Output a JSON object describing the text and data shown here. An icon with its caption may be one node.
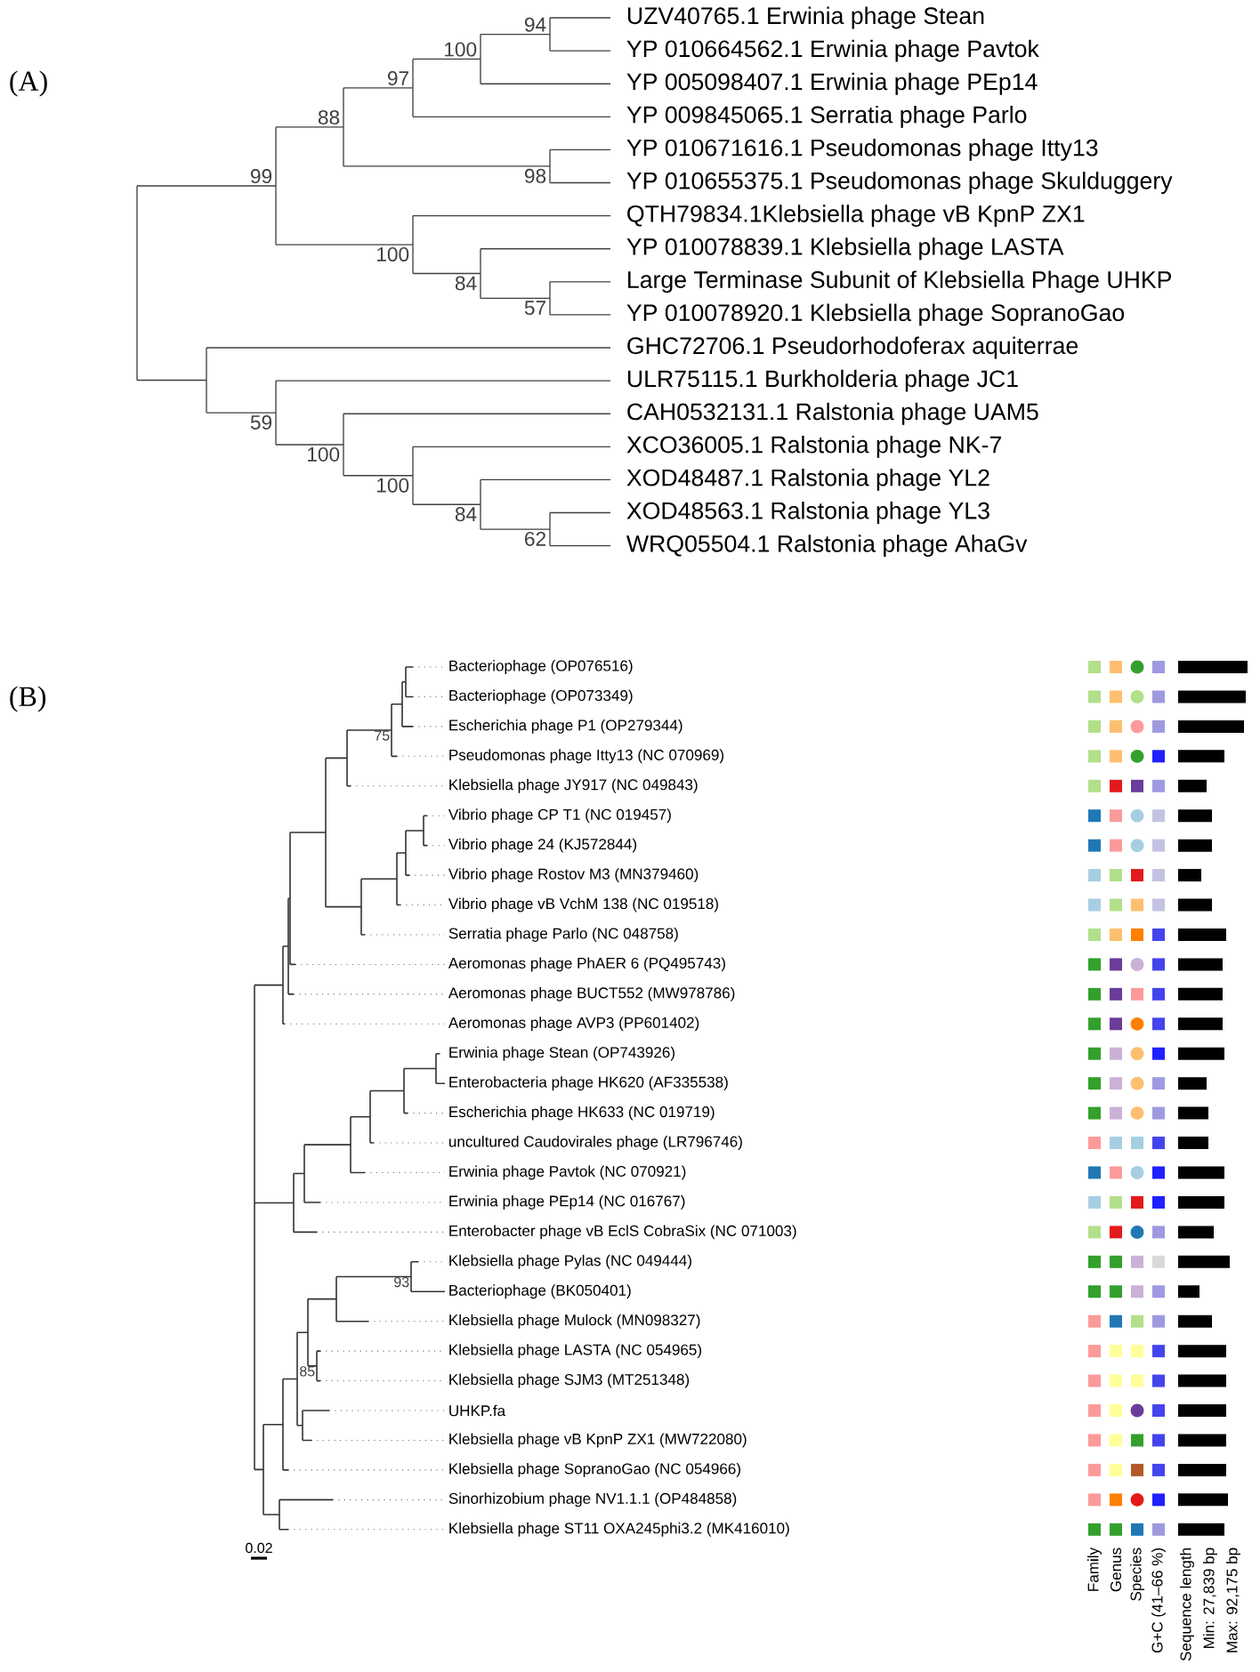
{
  "diagram": {
    "labels": [
      "(A)",
      "UZV40765.1 Erwinia phage Stean",
      "YP 010664562.1 Erwinia phage Pavtok",
      "YP 005098407.1 Erwinia phage PEp14",
      "YP 009845065.1 Serratia phage Parlo",
      "YP 010671616.1 Pseudomonas phage Itty13",
      "YP 010655375.1 Pseudomonas phage Skulduggery",
      "QTH79834.1Klebsiella phage vB KpnP ZX1",
      "YP 010078839.1 Klebsiella phage LASTA",
      "Large Terminase Subunit of Klebsiella Phage UHKP",
      "YP 010078920.1 Klebsiella phage SopranoGao",
      "GHC72706.1 Pseudorhodoferax aquiterrae",
      "ULR75115.1 Burkholderia phage JC1",
      "CAH0532131.1 Ralstonia phage UAM5",
      "XCO36005.1 Ralstonia phage NK-7",
      "XOD48487.1 Ralstonia phage YL2",
      "XOD48563.1 Ralstonia phage YL3",
      "WRQ05504.1 Ralstonia phage AhaGv",
      "94",
      "100",
      "97",
      "88",
      "99",
      "98",
      "100",
      "84",
      "57",
      "59",
      "100",
      "100",
      "84",
      "62",
      "(B)",
      "Bacteriophage (OP076516)",
      "Bacteriophage (OP073349)",
      "Escherichia phage P1 (OP279344)",
      "Pseudomonas phage Itty13 (NC 070969)",
      "Klebsiella phage JY917 (NC 049843)",
      "Vibrio phage CP T1 (NC 019457)",
      "Vibrio phage 24 (KJ572844)",
      "Vibrio phage Rostov M3 (MN379460)",
      "Vibrio phage vB VchM 138 (NC 019518)",
      "Serratia phage Parlo (NC 048758)",
      "Aeromonas phage PhAER 6 (PQ495743)",
      "Aeromonas phage BUCT552 (MW978786)",
      "Aeromonas phage AVP3 (PP601402)",
      "Erwinia phage Stean (OP743926)",
      "Enterobacteria phage HK620 (AF335538)",
      "Escherichia phage HK633 (NC 019719)",
      "uncultured Caudovirales phage (LR796746)",
      "Erwinia phage Pavtok (NC 070921)",
      "Erwinia phage PEp14 (NC 016767)",
      "Enterobacter phage vB EclS CobraSix (NC 071003)",
      "Klebsiella phage Pylas (NC 049444)",
      "Bacteriophage (BK050401)",
      "Klebsiella phage Mulock (MN098327)",
      "Klebsiella phage LASTA (NC 054965)",
      "Klebsiella phage SJM3 (MT251348)",
      "UHKP.fa",
      "Klebsiella phage vB KpnP ZX1 (MW722080)",
      "Klebsiella phage SopranoGao (NC 054966)",
      "Sinorhizobium phage NV1.1.1 (OP484858)",
      "Klebsiella phage ST11 OXA245phi3.2 (MK416010)",
      "75",
      "93",
      "85",
      "0.02",
      "Family",
      "Genus",
      "Species",
      "G+C (41–66 %)",
      "Sequence length",
      "Min: 27,839 bp",
      "Max: 92,175 bp"
    ]
  }
}
